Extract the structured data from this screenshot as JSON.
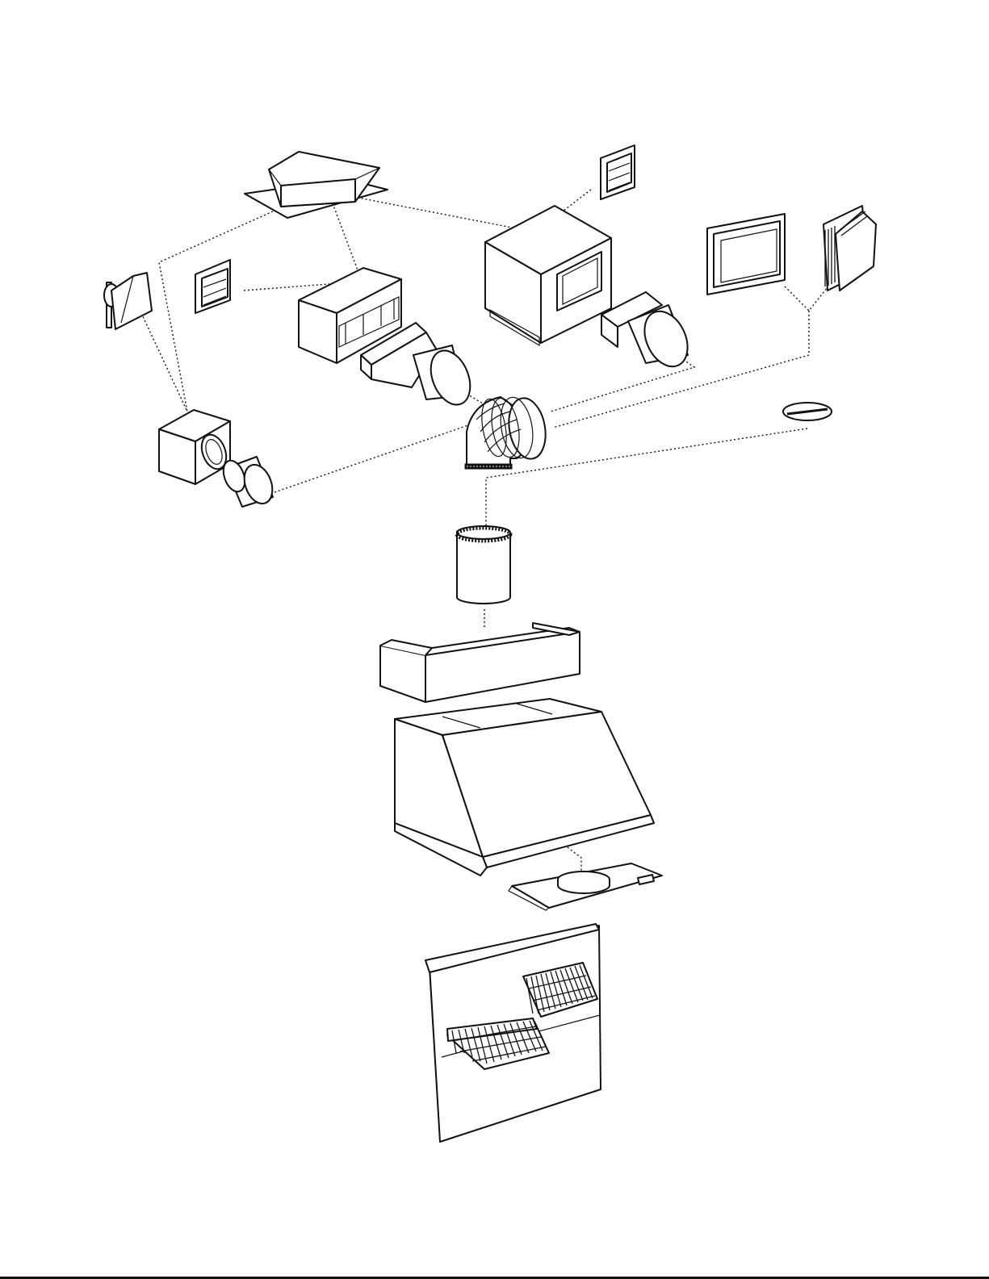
{
  "diagram": {
    "type": "exploded-parts-view",
    "colors": {
      "line": "#111111",
      "background": "#ffffff"
    },
    "components": [
      {
        "id": "roof-cap",
        "icon": "roof-vent-cap-icon"
      },
      {
        "id": "louvered-wall-cap-small",
        "icon": "louver-icon"
      },
      {
        "id": "louvered-wall-cap-top",
        "icon": "louver-icon"
      },
      {
        "id": "hooded-wall-cap",
        "icon": "hood-vent-icon"
      },
      {
        "id": "in-line-blower",
        "icon": "blower-box-icon"
      },
      {
        "id": "transition-duct",
        "icon": "duct-transition-icon"
      },
      {
        "id": "exterior-blower",
        "icon": "blower-box-icon"
      },
      {
        "id": "exterior-transition",
        "icon": "duct-transition-icon"
      },
      {
        "id": "flat-wall-cap",
        "icon": "wall-plate-icon"
      },
      {
        "id": "gravity-wall-cap",
        "icon": "vented-cap-icon"
      },
      {
        "id": "small-blower-box",
        "icon": "blower-box-icon"
      },
      {
        "id": "small-round-adapter",
        "icon": "round-adapter-icon"
      },
      {
        "id": "duct-elbow",
        "icon": "flex-elbow-icon"
      },
      {
        "id": "damper-ring",
        "icon": "ring-icon"
      },
      {
        "id": "round-duct",
        "icon": "round-duct-icon"
      },
      {
        "id": "duct-cover",
        "icon": "duct-cover-icon"
      },
      {
        "id": "hood-body",
        "icon": "range-hood-icon"
      },
      {
        "id": "mounting-plate",
        "icon": "plate-icon"
      },
      {
        "id": "back-panel-with-shelves",
        "icon": "backsplash-shelf-icon"
      }
    ]
  }
}
